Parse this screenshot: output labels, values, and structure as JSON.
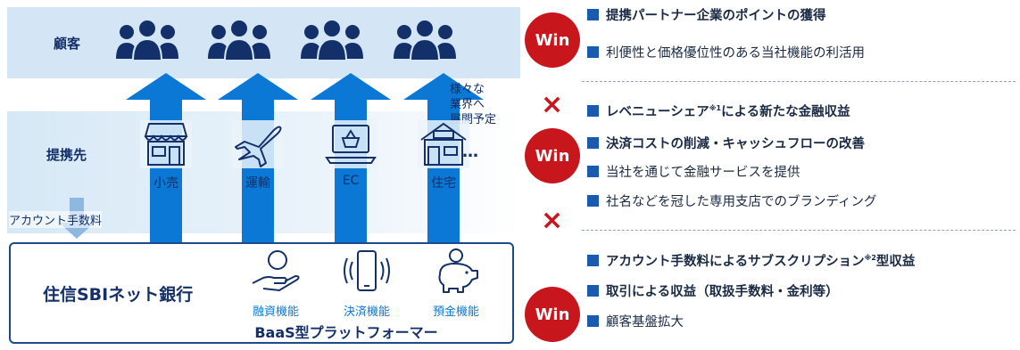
{
  "customers": {
    "label": "顧客"
  },
  "expansion_note": [
    "様々な",
    "業界へ",
    "展開予定"
  ],
  "partners": {
    "label": "提携先",
    "items": [
      {
        "name": "小売",
        "icon": "store-icon"
      },
      {
        "name": "運輸",
        "icon": "airplane-icon"
      },
      {
        "name": "EC",
        "icon": "laptop-cart-icon"
      },
      {
        "name": "住宅",
        "icon": "house-icon"
      }
    ],
    "more": "…"
  },
  "account_fee_label": "アカウント手数料",
  "bank": {
    "name": "住信SBIネット銀行",
    "platform": "BaaS型プラットフォーマー",
    "services": [
      {
        "name": "融資機能",
        "icon": "hand-coin-icon"
      },
      {
        "name": "決済機能",
        "icon": "smartphone-icon"
      },
      {
        "name": "預金機能",
        "icon": "piggy-bank-icon"
      }
    ]
  },
  "win_label": "Win",
  "times_mark": "×",
  "wins": [
    {
      "items": [
        {
          "text": "提携パートナー企業のポイントの獲得",
          "bold": true
        },
        {
          "text": "利便性と価格優位性のある当社機能の利活用",
          "bold": false
        }
      ]
    },
    {
      "items": [
        {
          "text": "レベニューシェア※1による新たな金融収益",
          "bold": true
        },
        {
          "text": "決済コストの削減・キャッシュフローの改善",
          "bold": true
        },
        {
          "text": "当社を通じて金融サービスを提供",
          "bold": false
        },
        {
          "text": "社名などを冠した専用支店でのブランディング",
          "bold": false
        }
      ]
    },
    {
      "items": [
        {
          "text": "アカウント手数料によるサブスクリプション※2型収益",
          "bold": true
        },
        {
          "text": "取引による収益（取扱手数料・金利等）",
          "bold": true
        },
        {
          "text": "顧客基盤拡大",
          "bold": false
        }
      ]
    }
  ],
  "colors": {
    "navy": "#13306a",
    "blue": "#0a78d4",
    "red": "#c8161d",
    "band": "#d4e6f6"
  }
}
